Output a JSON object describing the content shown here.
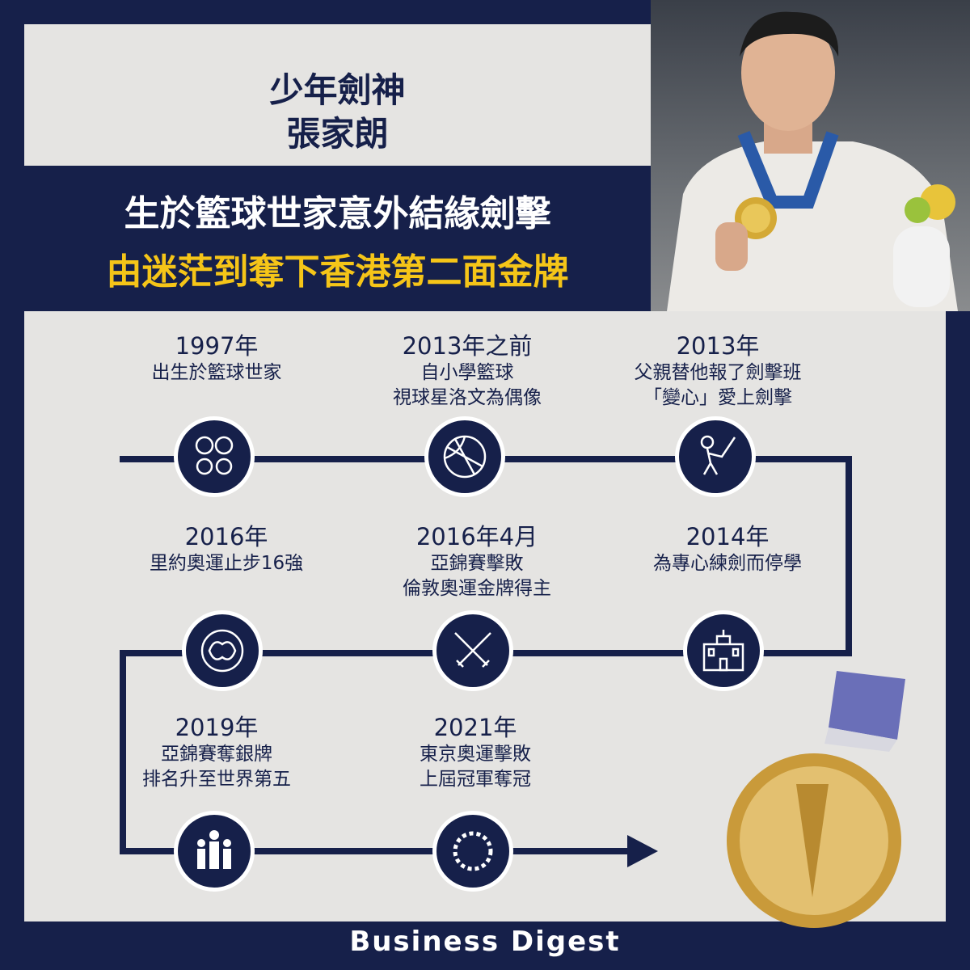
{
  "header": {
    "title_line1": "少年劍神",
    "title_line2": "張家朗"
  },
  "headline": {
    "line1": "生於籃球世家意外結緣劍擊",
    "line2": "由迷茫到奪下香港第二面金牌"
  },
  "colors": {
    "navy": "#16204a",
    "panel": "#e5e4e2",
    "yellow": "#f5c518"
  },
  "timeline": [
    {
      "year": "1997年",
      "desc": [
        "出生於籃球世家"
      ],
      "icon": "family-icon"
    },
    {
      "year": "2013年之前",
      "desc": [
        "自小學籃球",
        "視球星洛文為偶像"
      ],
      "icon": "basketball-icon"
    },
    {
      "year": "2013年",
      "desc": [
        "父親替他報了劍擊班",
        "「變心」愛上劍擊"
      ],
      "icon": "fencer-icon"
    },
    {
      "year": "2014年",
      "desc": [
        "為專心練劍而停學"
      ],
      "icon": "school-icon"
    },
    {
      "year": "2016年4月",
      "desc": [
        "亞錦賽擊敗",
        "倫敦奧運金牌得主"
      ],
      "icon": "crossed-swords-icon"
    },
    {
      "year": "2016年",
      "desc": [
        "里約奧運止步16強"
      ],
      "icon": "rio-logo-icon"
    },
    {
      "year": "2019年",
      "desc": [
        "亞錦賽奪銀牌",
        "排名升至世界第五"
      ],
      "icon": "ranking-icon"
    },
    {
      "year": "2021年",
      "desc": [
        "東京奧運擊敗",
        "上屆冠軍奪冠"
      ],
      "icon": "tokyo-emblem-icon"
    }
  ],
  "footer": {
    "brand": "Business Digest"
  }
}
